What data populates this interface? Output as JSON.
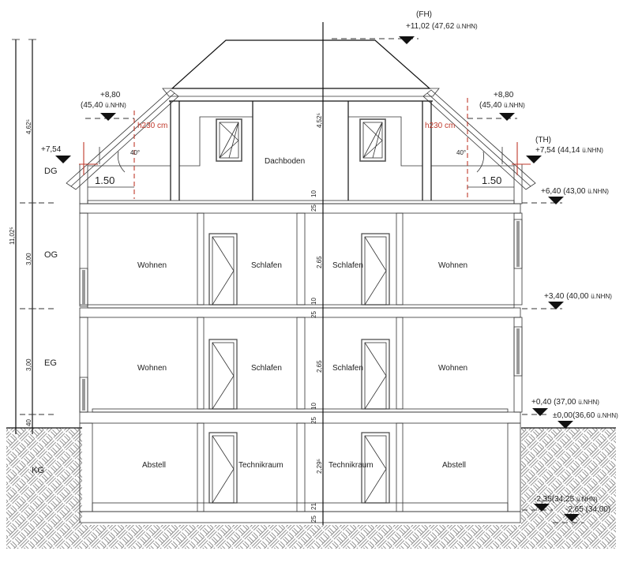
{
  "drawing": {
    "type": "building-section",
    "storeys": [
      {
        "id": "DG",
        "label": "DG"
      },
      {
        "id": "OG",
        "label": "OG"
      },
      {
        "id": "EG",
        "label": "EG"
      },
      {
        "id": "KG",
        "label": "KG"
      }
    ],
    "rooms": {
      "dg_center": "Dachboden",
      "og_left": "Wohnen",
      "og_mid_left": "Schlafen",
      "og_mid_right": "Schlafen",
      "og_right": "Wohnen",
      "eg_left": "Wohnen",
      "eg_mid_left": "Schlafen",
      "eg_mid_right": "Schlafen",
      "eg_right": "Wohnen",
      "kg_left": "Abstell",
      "kg_mid_left": "Technikraum",
      "kg_mid_right": "Technikraum",
      "kg_right": "Abstell"
    },
    "levels": {
      "fh_tag": "(FH)",
      "fh": "+11,02 (47,62",
      "fh_unit": "ü.NHN)",
      "ridge_left": "+8,80",
      "ridge_left_nhn": "(45,40",
      "ridge_left_unit": "ü.NHN)",
      "ridge_right": "+8,80",
      "ridge_right_nhn": "(45,40",
      "ridge_right_unit": "ü.NHN)",
      "eave_left": "+7,54",
      "th_tag": "(TH)",
      "eave_right": "+7,54 (44,14",
      "eave_right_unit": "ü.NHN)",
      "dg_floor": "+6,40 (43,00",
      "dg_floor_unit": "ü.NHN)",
      "og_floor": "+3,40 (40,00",
      "og_floor_unit": "ü.NHN)",
      "eg_floor": "+0,40 (37,00",
      "eg_floor_unit": "ü.NHN)",
      "ground": "±0,00(36,60",
      "ground_unit": "ü.NHN)",
      "kg_floor": "-2,35(34,25",
      "kg_floor_unit": "ü.NHN)",
      "foundation": "-2,65 (34,00)"
    },
    "dimensions": {
      "total_height": "11,02⁵",
      "dg_height": "4,62⁵",
      "og_height": "3,00",
      "eg_height": "3,00",
      "plinth": "40",
      "dg_inner": "4,52⁵",
      "og_inner": "2,65",
      "eg_inner": "2,65",
      "kg_inner": "2,29⁵",
      "slab_25": "25",
      "screed_10": "10",
      "screed_21": "21",
      "knee_left": "1.50",
      "knee_right": "1.50",
      "roof_pitch_left": "40°",
      "roof_pitch_right": "40°",
      "clear_height_left": "h230 cm",
      "clear_height_right": "h230 cm"
    },
    "colors": {
      "line": "#111111",
      "annotation_red": "#c0392b",
      "hatch": "#555555",
      "window_glass": "#9a9a9a"
    }
  }
}
